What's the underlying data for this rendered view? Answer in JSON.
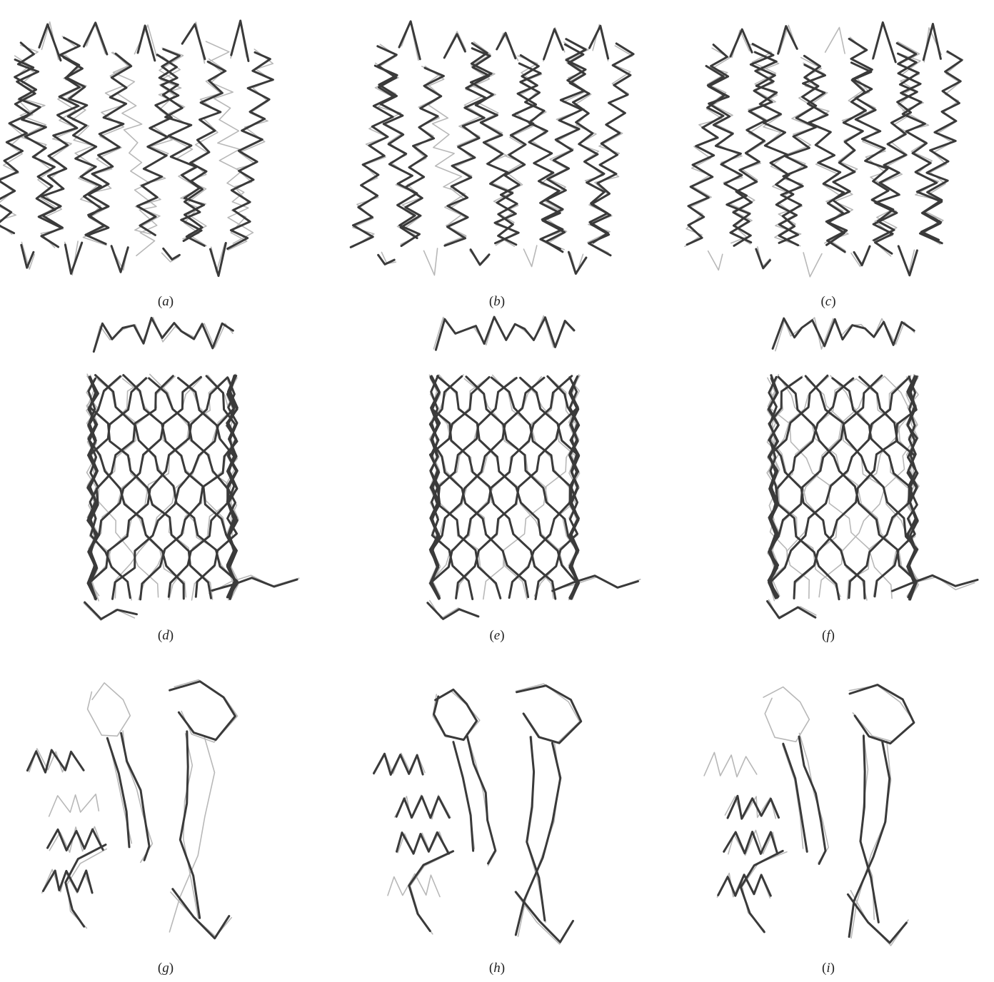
{
  "figure": {
    "panels": [
      {
        "id": "a",
        "fold": "helical-bundle"
      },
      {
        "id": "b",
        "fold": "helical-bundle"
      },
      {
        "id": "c",
        "fold": "helical-bundle"
      },
      {
        "id": "d",
        "fold": "beta-barrel"
      },
      {
        "id": "e",
        "fold": "beta-barrel"
      },
      {
        "id": "f",
        "fold": "beta-barrel"
      },
      {
        "id": "g",
        "fold": "two-lobe"
      },
      {
        "id": "h",
        "fold": "two-lobe"
      },
      {
        "id": "i",
        "fold": "two-lobe"
      }
    ],
    "labels": [
      "(a)",
      "(b)",
      "(c)",
      "(d)",
      "(e)",
      "(f)",
      "(g)",
      "(h)",
      "(i)"
    ],
    "colors": {
      "model_trace": "#b8b8b8",
      "solution_trace": "#3a3a3a",
      "background": "#ffffff"
    }
  }
}
